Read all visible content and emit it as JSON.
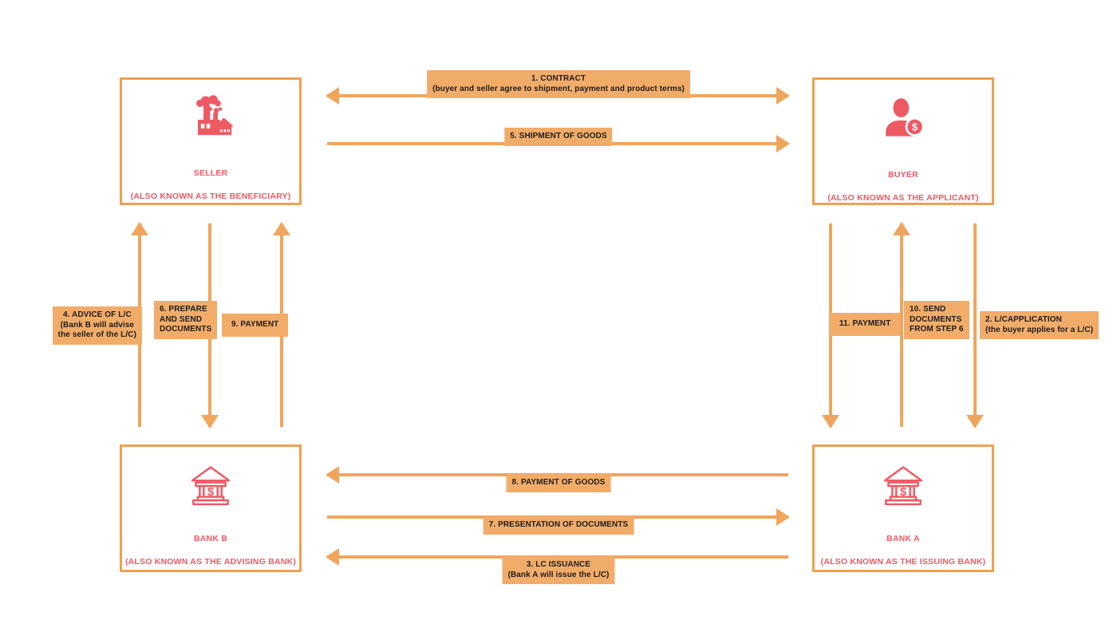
{
  "colors": {
    "arrow": "#F0A55C",
    "label_bg": "#F2AC69",
    "box_border": "#F0A050",
    "entity": "#EE5A64",
    "label_text": "#1C1C1C",
    "background": "#FFFFFF"
  },
  "icons": {
    "dollar": "$"
  },
  "entities": {
    "seller": {
      "name": "SELLER",
      "subtitle": "(ALSO KNOWN AS THE BENEFICIARY)",
      "icon": "factory-icon"
    },
    "buyer": {
      "name": "BUYER",
      "subtitle": "(ALSO KNOWN AS THE APPLICANT)",
      "icon": "person-dollar-icon"
    },
    "bank_b": {
      "name": "BANK B",
      "subtitle": "(ALSO KNOWN AS THE ADVISING BANK)",
      "icon": "bank-icon"
    },
    "bank_a": {
      "name": "BANK A",
      "subtitle": "(ALSO KNOWN AS THE ISSUING BANK)",
      "icon": "bank-icon"
    }
  },
  "steps": {
    "contract": "1. CONTRACT\n(buyer and seller agree to shipment, payment and product terms)",
    "lc_application": "2. L/CAPPLICATION\n(the buyer applies for a L/C)",
    "lc_issuance": "3. LC ISSUANCE\n(Bank A will issue the L/C)",
    "advice_of_lc": "4. ADVICE OF L/C\n(Bank B will advise\nthe seller of the L/C)",
    "shipment": "5. SHIPMENT OF GOODS",
    "prepare_documents": "6. PREPARE\nAND SEND\nDOCUMENTS",
    "presentation": "7. PRESENTATION OF DOCUMENTS",
    "payment_of_goods": "8. PAYMENT OF GOODS",
    "payment_to_seller": "9. PAYMENT",
    "send_documents": "10. SEND\nDOCUMENTS\nFROM STEP 6",
    "payment_to_bank": "11. PAYMENT"
  },
  "flows": [
    {
      "step": 1,
      "from": "seller",
      "to": "buyer",
      "bidirectional": true
    },
    {
      "step": 2,
      "from": "buyer",
      "to": "bank_a",
      "bidirectional": false
    },
    {
      "step": 3,
      "from": "bank_a",
      "to": "bank_b",
      "bidirectional": false
    },
    {
      "step": 4,
      "from": "bank_b",
      "to": "seller",
      "bidirectional": false
    },
    {
      "step": 5,
      "from": "seller",
      "to": "buyer",
      "bidirectional": false
    },
    {
      "step": 6,
      "from": "seller",
      "to": "bank_b",
      "bidirectional": false
    },
    {
      "step": 7,
      "from": "bank_b",
      "to": "bank_a",
      "bidirectional": false
    },
    {
      "step": 8,
      "from": "bank_a",
      "to": "bank_b",
      "bidirectional": false
    },
    {
      "step": 9,
      "from": "bank_b",
      "to": "seller",
      "bidirectional": false
    },
    {
      "step": 10,
      "from": "bank_a",
      "to": "buyer",
      "bidirectional": false
    },
    {
      "step": 11,
      "from": "buyer",
      "to": "bank_a",
      "bidirectional": false
    }
  ]
}
